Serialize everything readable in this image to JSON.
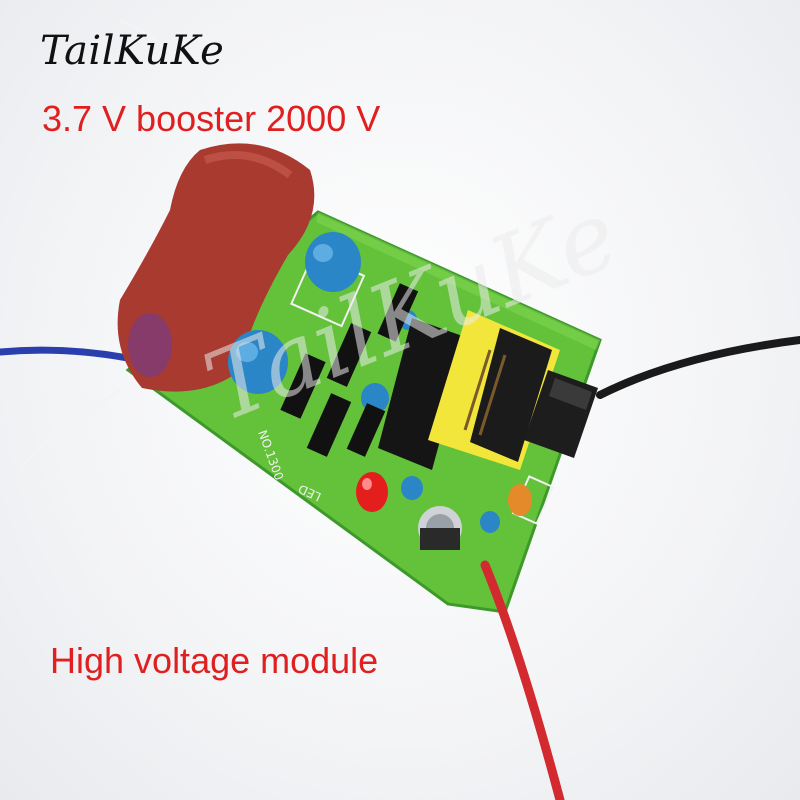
{
  "brand": "TailKuKe",
  "headline": "3.7 V booster 2000 V",
  "caption": "High voltage module",
  "watermark": "TailKuKe",
  "pcb": {
    "silkscreen_led": "LED",
    "silkscreen_board": "NO.1300"
  },
  "colors": {
    "text_red": "#e02020",
    "pcb_green": "#63c23a",
    "capacitor_red": "#a83a30",
    "cap_blue": "#2a86c6",
    "transformer_yellow": "#f2e63a",
    "wire_blue": "#2a3fae",
    "wire_red": "#d22a2e",
    "wire_black": "#1a1a1a"
  }
}
